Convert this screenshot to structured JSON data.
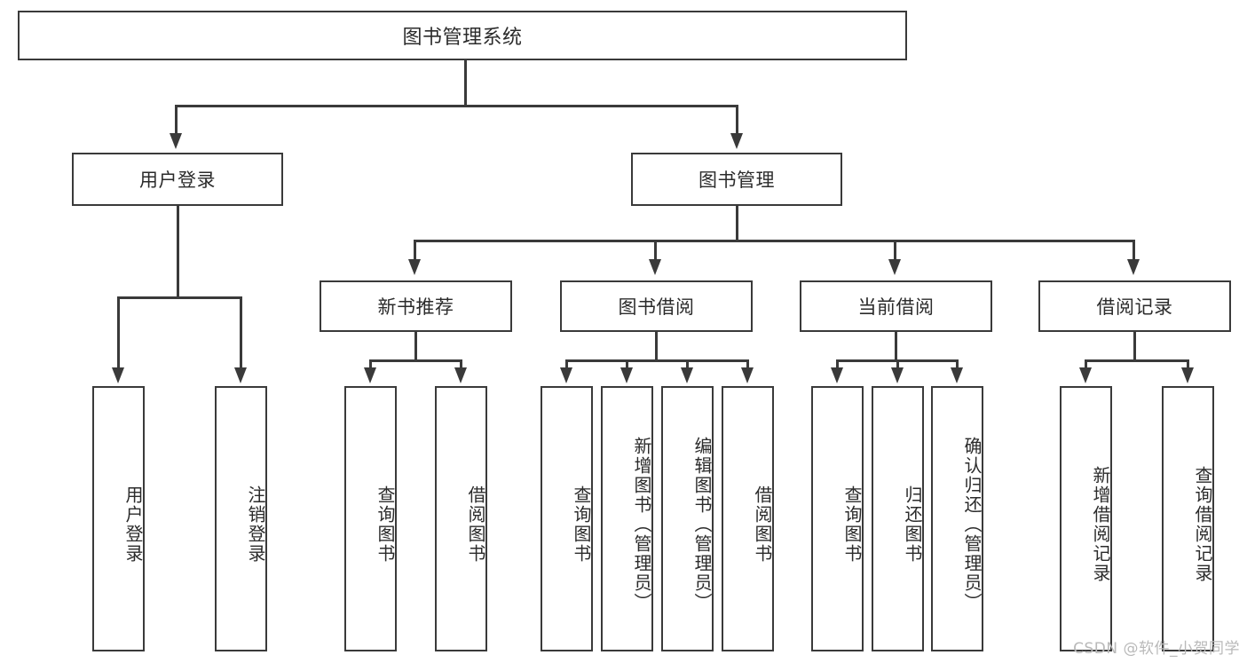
{
  "diagram": {
    "type": "tree-hierarchy",
    "title": "图书管理系统",
    "watermark": "CSDN @软件_小贺同学",
    "colors": {
      "stroke": "#3a3a3a",
      "fill": "#ffffff",
      "text": "#2b2b2b",
      "watermark": "#b9b9b9"
    },
    "nodes": {
      "root": {
        "label": "图书管理系统"
      },
      "level2": [
        {
          "id": "user-login",
          "label": "用户登录"
        },
        {
          "id": "book-manage",
          "label": "图书管理"
        }
      ],
      "level3": [
        {
          "id": "new-book-recommend",
          "label": "新书推荐"
        },
        {
          "id": "book-borrow",
          "label": "图书借阅"
        },
        {
          "id": "current-borrow",
          "label": "当前借阅"
        },
        {
          "id": "borrow-record",
          "label": "借阅记录"
        }
      ],
      "leaves": {
        "user-login": [
          {
            "id": "leaf-user-login",
            "label": "用户登录"
          },
          {
            "id": "leaf-logout",
            "label": "注销登录"
          }
        ],
        "new-book-recommend": [
          {
            "id": "leaf-query-book-1",
            "label": "查询图书"
          },
          {
            "id": "leaf-borrow-book-1",
            "label": "借阅图书"
          }
        ],
        "book-borrow": [
          {
            "id": "leaf-query-book-2",
            "label": "查询图书"
          },
          {
            "id": "leaf-add-book",
            "label": "新增图书（管理员）"
          },
          {
            "id": "leaf-edit-book",
            "label": "编辑图书（管理员）"
          },
          {
            "id": "leaf-borrow-book-2",
            "label": "借阅图书"
          }
        ],
        "current-borrow": [
          {
            "id": "leaf-query-book-3",
            "label": "查询图书"
          },
          {
            "id": "leaf-return-book",
            "label": "归还图书"
          },
          {
            "id": "leaf-confirm-return",
            "label": "确认归还（管理员）"
          }
        ],
        "borrow-record": [
          {
            "id": "leaf-add-record",
            "label": "新增借阅记录"
          },
          {
            "id": "leaf-query-record",
            "label": "查询借阅记录"
          }
        ]
      }
    }
  }
}
